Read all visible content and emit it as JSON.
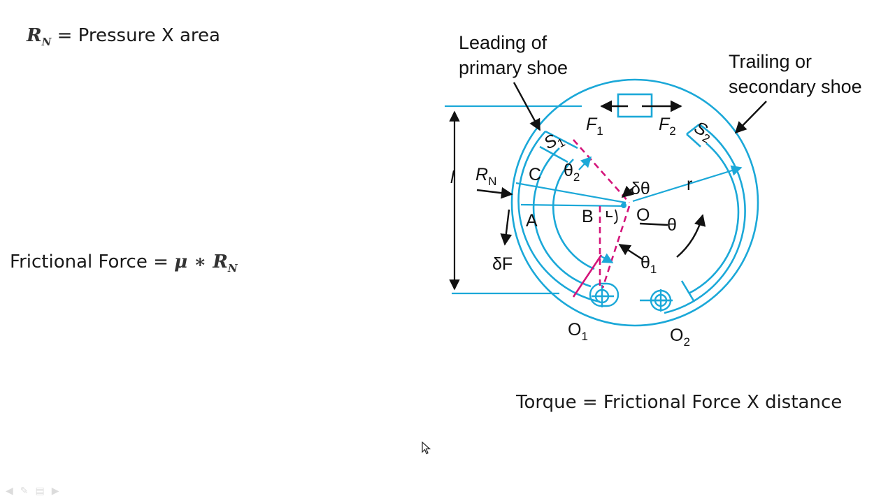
{
  "equations": {
    "normal_reaction": {
      "symbol": "R",
      "subscript": "N",
      "text": " = Pressure X area"
    },
    "frictional_force": {
      "text": "Frictional Force =  ",
      "mu": "μ",
      "op": " ∗ ",
      "symbol": "R",
      "subscript": "N"
    },
    "torque": {
      "text": "Torque = Frictional Force X distance"
    }
  },
  "diagram": {
    "labels": {
      "leading": [
        "Leading of",
        "primary shoe"
      ],
      "trailing": [
        "Trailing or",
        "secondary shoe"
      ],
      "F1": "F",
      "F1_sub": "1",
      "F2": "F",
      "F2_sub": "2",
      "S1": "S",
      "S1_sub": "1",
      "S2": "S",
      "S2_sub": "2",
      "l": "l",
      "RN": "R",
      "RN_sub": "N",
      "C": "C",
      "A": "A",
      "B": "B",
      "O": "O",
      "r": "r",
      "theta2": "θ",
      "theta2_sub": "2",
      "dtheta": "δθ",
      "theta": "θ",
      "theta1": "θ",
      "theta1_sub": "1",
      "dF": "δF",
      "O1": "O",
      "O1_sub": "1",
      "O2": "O",
      "O2_sub": "2"
    },
    "colors": {
      "drum": "#1ba8d8",
      "dashed": "#d4147a",
      "arrow": "#111111"
    }
  }
}
